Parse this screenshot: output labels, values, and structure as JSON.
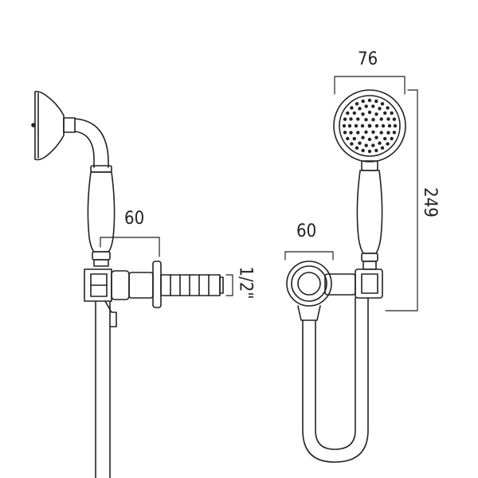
{
  "dimensions": {
    "side_bracket_depth": "60",
    "front_bracket_width": "60",
    "head_diameter": "76",
    "overall_length": "249",
    "thread_size": "1/2\""
  },
  "colors": {
    "line": "#222222",
    "background": "#ffffff"
  }
}
